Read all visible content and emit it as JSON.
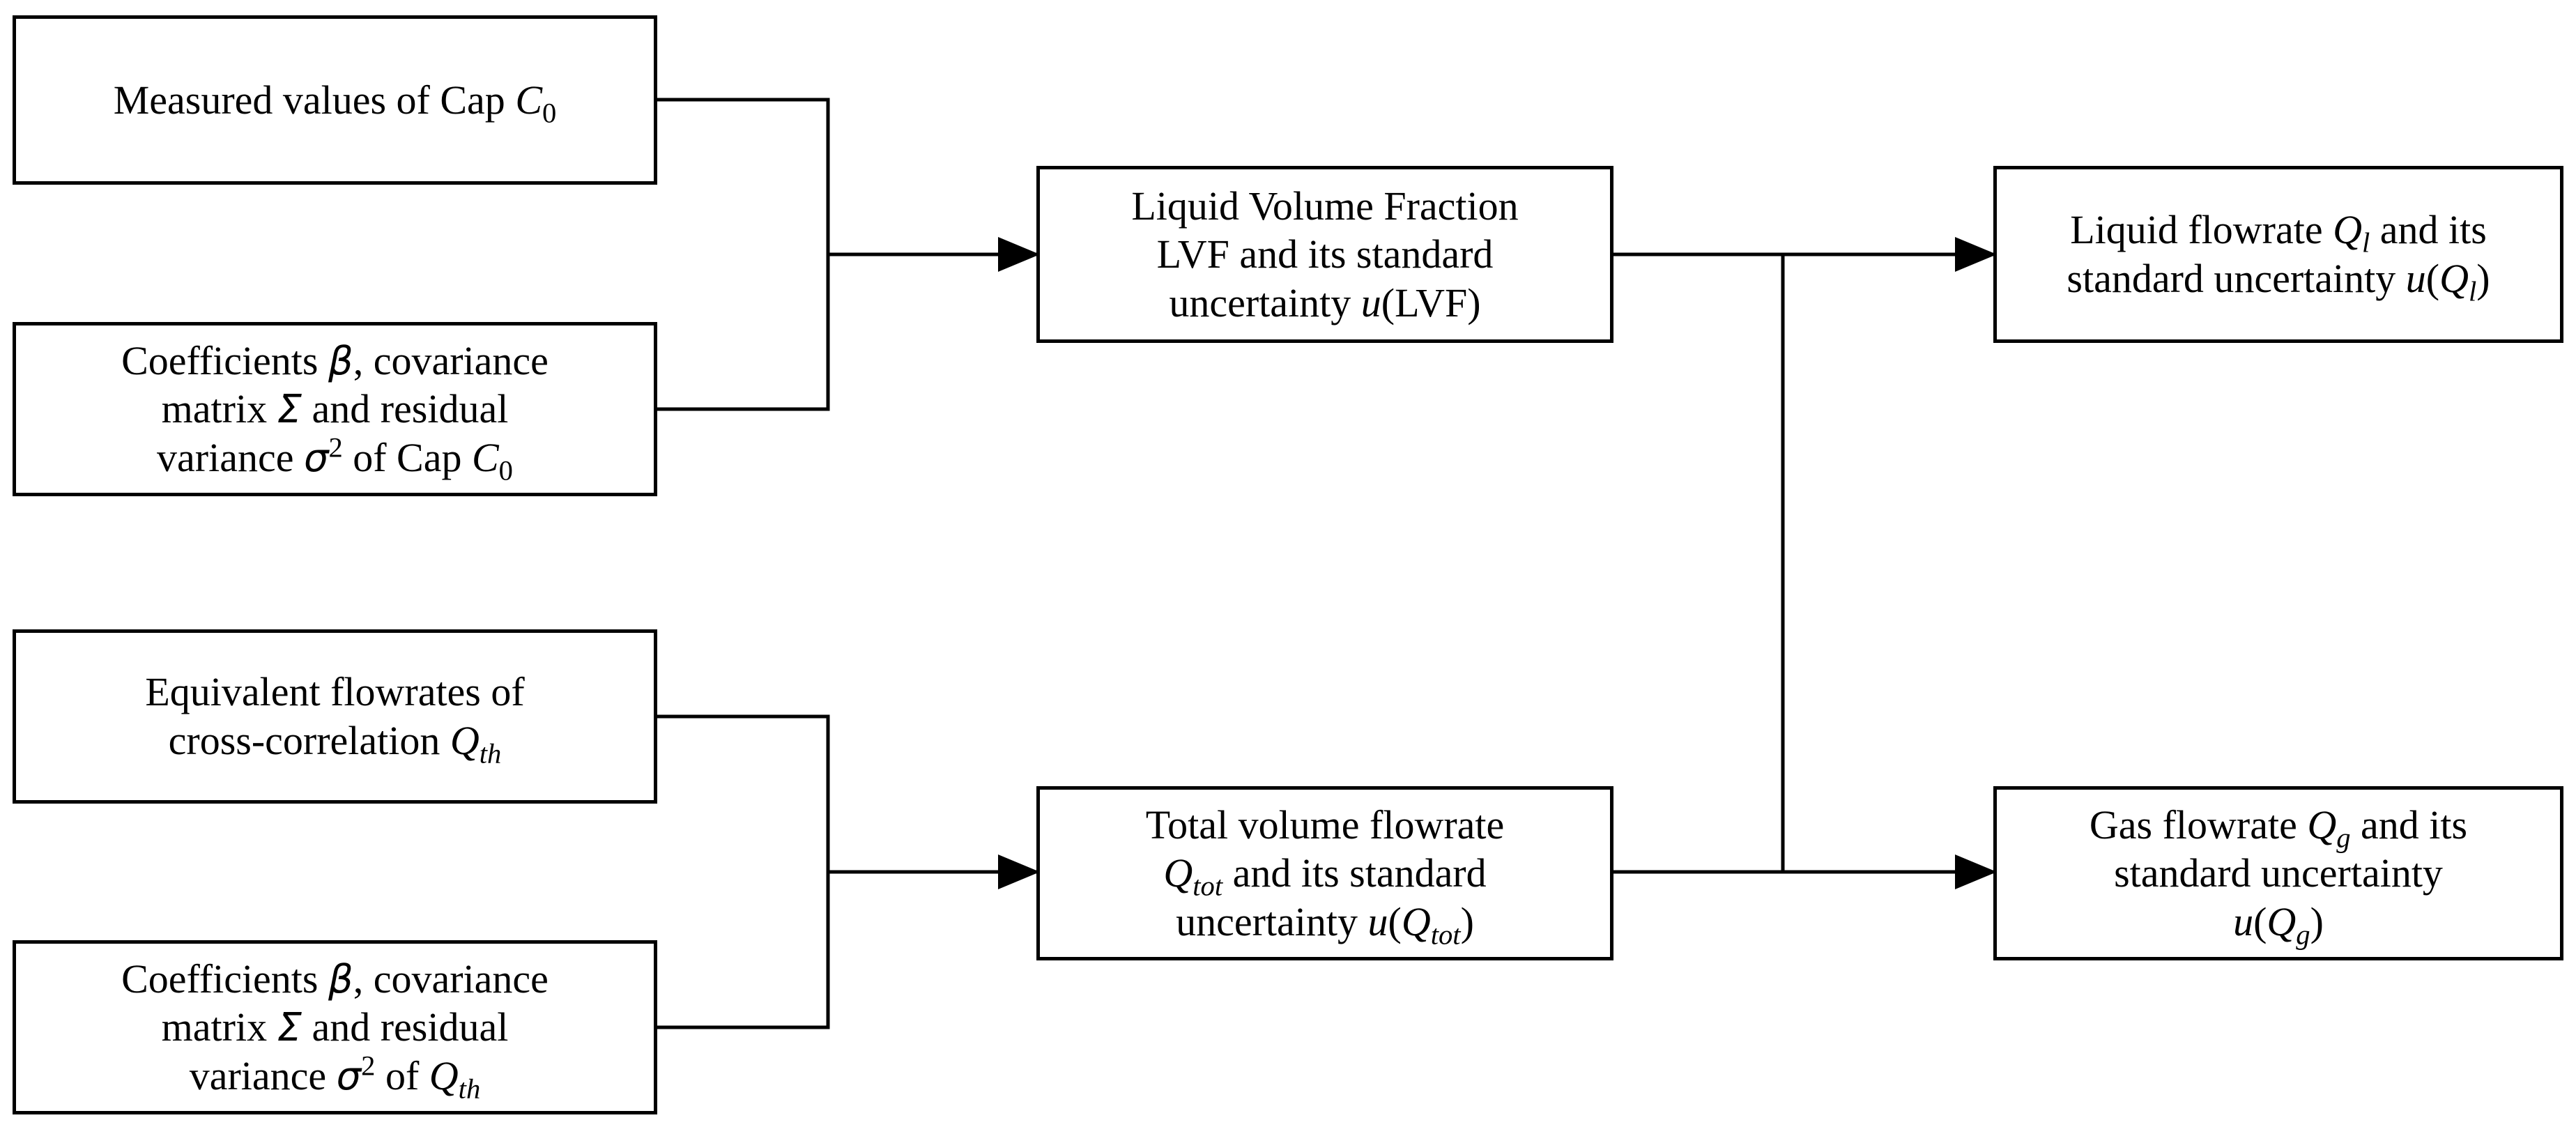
{
  "boxes": {
    "measured_cap": {
      "text": "Measured values of Cap",
      "symbol": "C",
      "symbol_sub": "0"
    },
    "coeff_cap": {
      "line1_a": "Coefficients",
      "beta": "β",
      "line1_b": ", covariance",
      "line2_a": "matrix",
      "Sigma": "Σ",
      "line2_b": "and residual",
      "line3_a": "variance",
      "sigma": "σ",
      "sigma_sup": "2",
      "line3_b": "of Cap",
      "symbol": "C",
      "symbol_sub": "0"
    },
    "equiv_flow": {
      "line1": "Equivalent flowrates of",
      "line2": "cross-correlation",
      "symbol": "Q",
      "symbol_sub": "th"
    },
    "coeff_q": {
      "line1_a": "Coefficients",
      "beta": "β",
      "line1_b": ", covariance",
      "line2_a": "matrix",
      "Sigma": "Σ",
      "line2_b": "and residual",
      "line3_a": "variance",
      "sigma": "σ",
      "sigma_sup": "2",
      "line3_b": "of",
      "symbol": "Q",
      "symbol_sub": "th"
    },
    "lvf": {
      "line1": "Liquid Volume Fraction",
      "line2": "LVF and its standard",
      "line3_a": "uncertainty",
      "u": "u",
      "line3_b": "(LVF)"
    },
    "total": {
      "line1": "Total volume flowrate",
      "symbol": "Q",
      "symbol_sub": "tot",
      "line2_b": "and its standard",
      "line3_a": "uncertainty",
      "u": "u",
      "paren_open": "(",
      "paren_close": ")"
    },
    "liquid": {
      "line1_a": "Liquid flowrate",
      "symbol": "Q",
      "symbol_sub": "l",
      "line1_b": "and its",
      "line2_a": "standard uncertainty",
      "u": "u",
      "paren_open": "(",
      "paren_close": ")"
    },
    "gas": {
      "line1_a": "Gas flowrate",
      "symbol": "Q",
      "symbol_sub": "g",
      "line1_b": "and its",
      "line2": "standard uncertainty",
      "u": "u",
      "paren_open": "(",
      "paren_close": ")"
    }
  }
}
